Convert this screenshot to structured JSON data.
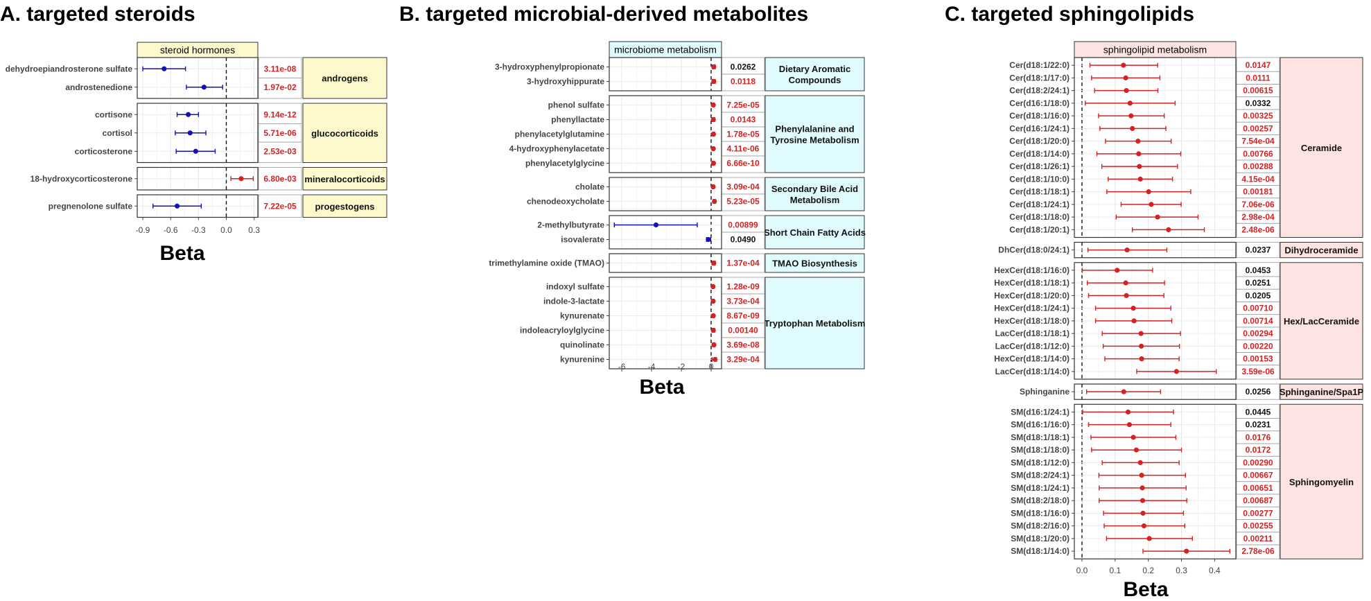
{
  "chart_data": [
    {
      "type": "forest",
      "title": "A. targeted steroids",
      "strip": "steroid hormones",
      "xlabel": "Beta",
      "xlim": [
        -0.96,
        0.34
      ],
      "xticks": [
        -0.9,
        -0.6,
        -0.3,
        0.0,
        0.3
      ],
      "tick_labels": [
        "-0.9",
        "-0.6",
        "-0.3",
        "0.0",
        "0.3"
      ],
      "reference_line": 0,
      "colors": {
        "negative": "#1212b4",
        "positive": "#d42222",
        "strip_fill": "#fdf9cc",
        "category_fill": "#fdf9cc"
      },
      "groups": [
        {
          "category": [
            "androgens"
          ],
          "rows": [
            {
              "label": "dehydroepiandrosterone sulfate",
              "beta": -0.67,
              "lo": -0.9,
              "hi": -0.44,
              "p": "3.11e-08",
              "significant": true
            },
            {
              "label": "androstenedione",
              "beta": -0.24,
              "lo": -0.43,
              "hi": -0.04,
              "p": "1.97e-02",
              "significant": true
            }
          ]
        },
        {
          "category": [
            "glucocorticoids"
          ],
          "rows": [
            {
              "label": "cortisone",
              "beta": -0.41,
              "lo": -0.53,
              "hi": -0.3,
              "p": "9.14e-12",
              "significant": true
            },
            {
              "label": "cortisol",
              "beta": -0.39,
              "lo": -0.55,
              "hi": -0.22,
              "p": "5.71e-06",
              "significant": true
            },
            {
              "label": "corticosterone",
              "beta": -0.33,
              "lo": -0.54,
              "hi": -0.12,
              "p": "2.53e-03",
              "significant": true
            }
          ]
        },
        {
          "category": [
            "mineralocorticoids"
          ],
          "rows": [
            {
              "label": "18-hydroxycorticosterone",
              "beta": 0.16,
              "lo": 0.05,
              "hi": 0.29,
              "p": "6.80e-03",
              "significant": true
            }
          ]
        },
        {
          "category": [
            "progestogens"
          ],
          "rows": [
            {
              "label": "pregnenolone sulfate",
              "beta": -0.53,
              "lo": -0.79,
              "hi": -0.27,
              "p": "7.22e-05",
              "significant": true
            }
          ]
        }
      ]
    },
    {
      "type": "forest",
      "title": "B. targeted microbial-derived metabolites",
      "strip": "microbiome metabolism",
      "xlabel": "Beta",
      "xlim": [
        -6.84,
        0.7
      ],
      "xticks": [
        -6,
        -4,
        -2,
        0
      ],
      "tick_labels": [
        "-6",
        "-4",
        "-2",
        "0"
      ],
      "reference_line": 0,
      "colors": {
        "negative": "#1212b4",
        "positive": "#d42222",
        "strip_fill": "#e0fbfd",
        "category_fill": "#e0fbfd"
      },
      "groups": [
        {
          "category": [
            "Dietary Aromatic",
            "Compounds"
          ],
          "rows": [
            {
              "label": "3-hydroxyphenylpropionate",
              "beta": 0.18,
              "lo": 0.08,
              "hi": 0.28,
              "p": "0.0262",
              "significant": false
            },
            {
              "label": "3-hydroxyhippurate",
              "beta": 0.18,
              "lo": 0.08,
              "hi": 0.28,
              "p": "0.0118",
              "significant": true
            }
          ]
        },
        {
          "category": [
            "Phenylalanine and",
            "Tyrosine Metabolism"
          ],
          "rows": [
            {
              "label": "phenol sulfate",
              "beta": 0.15,
              "lo": 0.1,
              "hi": 0.2,
              "p": "7.25e-05",
              "significant": true
            },
            {
              "label": "phenyllactate",
              "beta": 0.15,
              "lo": 0.06,
              "hi": 0.24,
              "p": "0.0143",
              "significant": true
            },
            {
              "label": "phenylacetylglutamine",
              "beta": 0.16,
              "lo": 0.1,
              "hi": 0.22,
              "p": "1.78e-05",
              "significant": true
            },
            {
              "label": "4-hydroxyphenylacetate",
              "beta": 0.15,
              "lo": 0.1,
              "hi": 0.2,
              "p": "4.11e-06",
              "significant": true
            },
            {
              "label": "phenylacetylglycine",
              "beta": 0.16,
              "lo": 0.08,
              "hi": 0.22,
              "p": "6.66e-10",
              "significant": true
            }
          ]
        },
        {
          "category": [
            "Secondary Bile Acid",
            "Metabolism"
          ],
          "rows": [
            {
              "label": "cholate",
              "beta": 0.14,
              "lo": 0.09,
              "hi": 0.19,
              "p": "3.09e-04",
              "significant": true
            },
            {
              "label": "chenodeoxycholate",
              "beta": 0.22,
              "lo": 0.14,
              "hi": 0.3,
              "p": "5.23e-05",
              "significant": true
            }
          ]
        },
        {
          "category": [
            "Short Chain Fatty Acids"
          ],
          "rows": [
            {
              "label": "2-methylbutyrate",
              "beta": -3.7,
              "lo": -6.5,
              "hi": -0.93,
              "p": "0.00899",
              "significant": true
            },
            {
              "label": "isovalerate",
              "beta": -0.19,
              "lo": -0.31,
              "hi": -0.03,
              "p": "0.0490",
              "significant": false
            }
          ]
        },
        {
          "category": [
            "TMAO Biosynthesis"
          ],
          "rows": [
            {
              "label": "trimethylamine oxide (TMAO)",
              "beta": 0.18,
              "lo": 0.06,
              "hi": 0.28,
              "p": "1.37e-04",
              "significant": true
            }
          ]
        },
        {
          "category": [
            "Tryptophan Metabolism"
          ],
          "rows": [
            {
              "label": "indoxyl sulfate",
              "beta": 0.13,
              "lo": 0.08,
              "hi": 0.18,
              "p": "1.28e-09",
              "significant": true
            },
            {
              "label": "indole-3-lactate",
              "beta": 0.14,
              "lo": 0.08,
              "hi": 0.2,
              "p": "3.73e-04",
              "significant": true
            },
            {
              "label": "kynurenate",
              "beta": 0.15,
              "lo": 0.1,
              "hi": 0.2,
              "p": "8.67e-09",
              "significant": true
            },
            {
              "label": "indoleacryloylglycine",
              "beta": 0.15,
              "lo": 0.06,
              "hi": 0.24,
              "p": "0.00140",
              "significant": true
            },
            {
              "label": "quinolinate",
              "beta": 0.19,
              "lo": 0.1,
              "hi": 0.26,
              "p": "3.69e-08",
              "significant": true
            },
            {
              "label": "kynurenine",
              "beta": 0.26,
              "lo": 0.06,
              "hi": 0.36,
              "p": "3.29e-04",
              "significant": true
            }
          ]
        }
      ]
    },
    {
      "type": "forest",
      "title": "C. targeted sphingolipids",
      "strip": "sphingolipid metabolism",
      "xlabel": "Beta",
      "xlim": [
        -0.023,
        0.464
      ],
      "xticks": [
        0.0,
        0.1,
        0.2,
        0.3,
        0.4
      ],
      "tick_labels": [
        "0.0",
        "0.1",
        "0.2",
        "0.3",
        "0.4"
      ],
      "reference_line": 0,
      "colors": {
        "negative": "#1212b4",
        "positive": "#d42222",
        "strip_fill": "#fde4e2",
        "category_fill": "#fde4e2"
      },
      "groups": [
        {
          "category": [
            "Ceramide"
          ],
          "rows": [
            {
              "label": "Cer(d18:1/22:0)",
              "beta": 0.125,
              "lo": 0.024,
              "hi": 0.228,
              "p": "0.0147",
              "significant": true
            },
            {
              "label": "Cer(d18:1/17:0)",
              "beta": 0.132,
              "lo": 0.029,
              "hi": 0.235,
              "p": "0.0111",
              "significant": true
            },
            {
              "label": "Cer(d18:2/24:1)",
              "beta": 0.134,
              "lo": 0.038,
              "hi": 0.229,
              "p": "0.00615",
              "significant": true
            },
            {
              "label": "Cer(d16:1/18:0)",
              "beta": 0.145,
              "lo": 0.01,
              "hi": 0.281,
              "p": "0.0332",
              "significant": false
            },
            {
              "label": "Cer(d18:1/16:0)",
              "beta": 0.148,
              "lo": 0.05,
              "hi": 0.248,
              "p": "0.00325",
              "significant": true
            },
            {
              "label": "Cer(d16:1/24:1)",
              "beta": 0.152,
              "lo": 0.054,
              "hi": 0.253,
              "p": "0.00257",
              "significant": true
            },
            {
              "label": "Cer(d18:1/20:0)",
              "beta": 0.169,
              "lo": 0.071,
              "hi": 0.269,
              "p": "7.54e-04",
              "significant": true
            },
            {
              "label": "Cer(d18:1/14:0)",
              "beta": 0.171,
              "lo": 0.045,
              "hi": 0.298,
              "p": "0.00766",
              "significant": true
            },
            {
              "label": "Cer(d18:1/26:1)",
              "beta": 0.173,
              "lo": 0.06,
              "hi": 0.288,
              "p": "0.00288",
              "significant": true
            },
            {
              "label": "Cer(d18:1/10:0)",
              "beta": 0.176,
              "lo": 0.079,
              "hi": 0.273,
              "p": "4.15e-04",
              "significant": true
            },
            {
              "label": "Cer(d18:1/18:1)",
              "beta": 0.201,
              "lo": 0.075,
              "hi": 0.328,
              "p": "0.00181",
              "significant": true
            },
            {
              "label": "Cer(d18:1/24:1)",
              "beta": 0.209,
              "lo": 0.118,
              "hi": 0.299,
              "p": "7.06e-06",
              "significant": true
            },
            {
              "label": "Cer(d18:1/18:0)",
              "beta": 0.228,
              "lo": 0.103,
              "hi": 0.35,
              "p": "2.98e-04",
              "significant": true
            },
            {
              "label": "Cer(d18:1/20:1)",
              "beta": 0.261,
              "lo": 0.152,
              "hi": 0.369,
              "p": "2.48e-06",
              "significant": true
            }
          ]
        },
        {
          "category": [
            "Dihydroceramide"
          ],
          "rows": [
            {
              "label": "DhCer(d18:0/24:1)",
              "beta": 0.136,
              "lo": 0.018,
              "hi": 0.256,
              "p": "0.0237",
              "significant": false
            }
          ]
        },
        {
          "category": [
            "Hex/LacCeramide"
          ],
          "rows": [
            {
              "label": "HexCer(d18:1/16:0)",
              "beta": 0.106,
              "lo": 0.001,
              "hi": 0.213,
              "p": "0.0453",
              "significant": false
            },
            {
              "label": "HexCer(d18:1/18:1)",
              "beta": 0.132,
              "lo": 0.016,
              "hi": 0.249,
              "p": "0.0251",
              "significant": false
            },
            {
              "label": "HexCer(d18:1/20:0)",
              "beta": 0.134,
              "lo": 0.02,
              "hi": 0.247,
              "p": "0.0205",
              "significant": false
            },
            {
              "label": "HexCer(d18:1/24:1)",
              "beta": 0.155,
              "lo": 0.041,
              "hi": 0.268,
              "p": "0.00710",
              "significant": true
            },
            {
              "label": "HexCer(d18:1/18:0)",
              "beta": 0.157,
              "lo": 0.041,
              "hi": 0.271,
              "p": "0.00714",
              "significant": true
            },
            {
              "label": "LacCer(d18:1/18:1)",
              "beta": 0.178,
              "lo": 0.061,
              "hi": 0.297,
              "p": "0.00294",
              "significant": true
            },
            {
              "label": "LacCer(d18:1/12:0)",
              "beta": 0.179,
              "lo": 0.064,
              "hi": 0.294,
              "p": "0.00220",
              "significant": true
            },
            {
              "label": "HexCer(d18:1/14:0)",
              "beta": 0.18,
              "lo": 0.069,
              "hi": 0.293,
              "p": "0.00153",
              "significant": true
            },
            {
              "label": "LacCer(d18:1/14:0)",
              "beta": 0.285,
              "lo": 0.165,
              "hi": 0.405,
              "p": "3.59e-06",
              "significant": true
            }
          ]
        },
        {
          "category": [
            "Sphinganine/Spa1P"
          ],
          "rows": [
            {
              "label": "Sphinganine",
              "beta": 0.126,
              "lo": 0.014,
              "hi": 0.237,
              "p": "0.0256",
              "significant": false
            }
          ]
        },
        {
          "category": [
            "Sphingomyelin"
          ],
          "rows": [
            {
              "label": "SM(d16:1/24:1)",
              "beta": 0.139,
              "lo": 0.002,
              "hi": 0.276,
              "p": "0.0445",
              "significant": false
            },
            {
              "label": "SM(d16:1/16:0)",
              "beta": 0.143,
              "lo": 0.02,
              "hi": 0.268,
              "p": "0.0231",
              "significant": false
            },
            {
              "label": "SM(d18:1/18:1)",
              "beta": 0.155,
              "lo": 0.027,
              "hi": 0.283,
              "p": "0.0176",
              "significant": true
            },
            {
              "label": "SM(d18:1/18:0)",
              "beta": 0.164,
              "lo": 0.029,
              "hi": 0.3,
              "p": "0.0172",
              "significant": true
            },
            {
              "label": "SM(d18:1/12:0)",
              "beta": 0.176,
              "lo": 0.061,
              "hi": 0.293,
              "p": "0.00290",
              "significant": true
            },
            {
              "label": "SM(d18:2/24:1)",
              "beta": 0.18,
              "lo": 0.051,
              "hi": 0.312,
              "p": "0.00667",
              "significant": true
            },
            {
              "label": "SM(d18:1/24:1)",
              "beta": 0.182,
              "lo": 0.052,
              "hi": 0.314,
              "p": "0.00651",
              "significant": true
            },
            {
              "label": "SM(d18:2/18:0)",
              "beta": 0.183,
              "lo": 0.052,
              "hi": 0.316,
              "p": "0.00687",
              "significant": true
            },
            {
              "label": "SM(d18:1/16:0)",
              "beta": 0.184,
              "lo": 0.065,
              "hi": 0.306,
              "p": "0.00277",
              "significant": true
            },
            {
              "label": "SM(d18:2/16:0)",
              "beta": 0.187,
              "lo": 0.067,
              "hi": 0.31,
              "p": "0.00255",
              "significant": true
            },
            {
              "label": "SM(d18:1/20:0)",
              "beta": 0.203,
              "lo": 0.074,
              "hi": 0.333,
              "p": "0.00211",
              "significant": true
            },
            {
              "label": "SM(d18:1/14:0)",
              "beta": 0.315,
              "lo": 0.184,
              "hi": 0.446,
              "p": "2.78e-06",
              "significant": true
            }
          ]
        }
      ]
    }
  ]
}
